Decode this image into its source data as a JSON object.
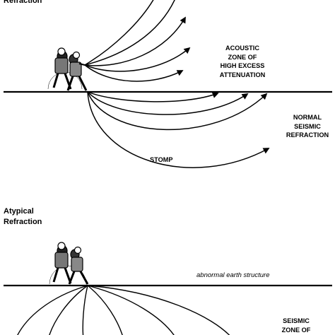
{
  "typical_panel": {
    "title_line2": "Refraction",
    "acoustic_label": [
      "ACOUSTIC",
      "ZONE OF",
      "HIGH EXCESS",
      "ATTENUATION"
    ],
    "normal_label": [
      "NORMAL",
      "SEISMIC",
      "REFRACTION"
    ],
    "stomp_label": "STOMP"
  },
  "atypical_panel": {
    "title_line1": "Atypical",
    "title_line2": "Refraction",
    "structure_label": "abnormal earth structure",
    "seismic_label": [
      "SEISMIC",
      "ZONE OF"
    ]
  },
  "icons": [
    "walking-soldiers-figure",
    "arrowhead"
  ],
  "colors": {
    "ink": "#000000",
    "background": "#ffffff"
  }
}
